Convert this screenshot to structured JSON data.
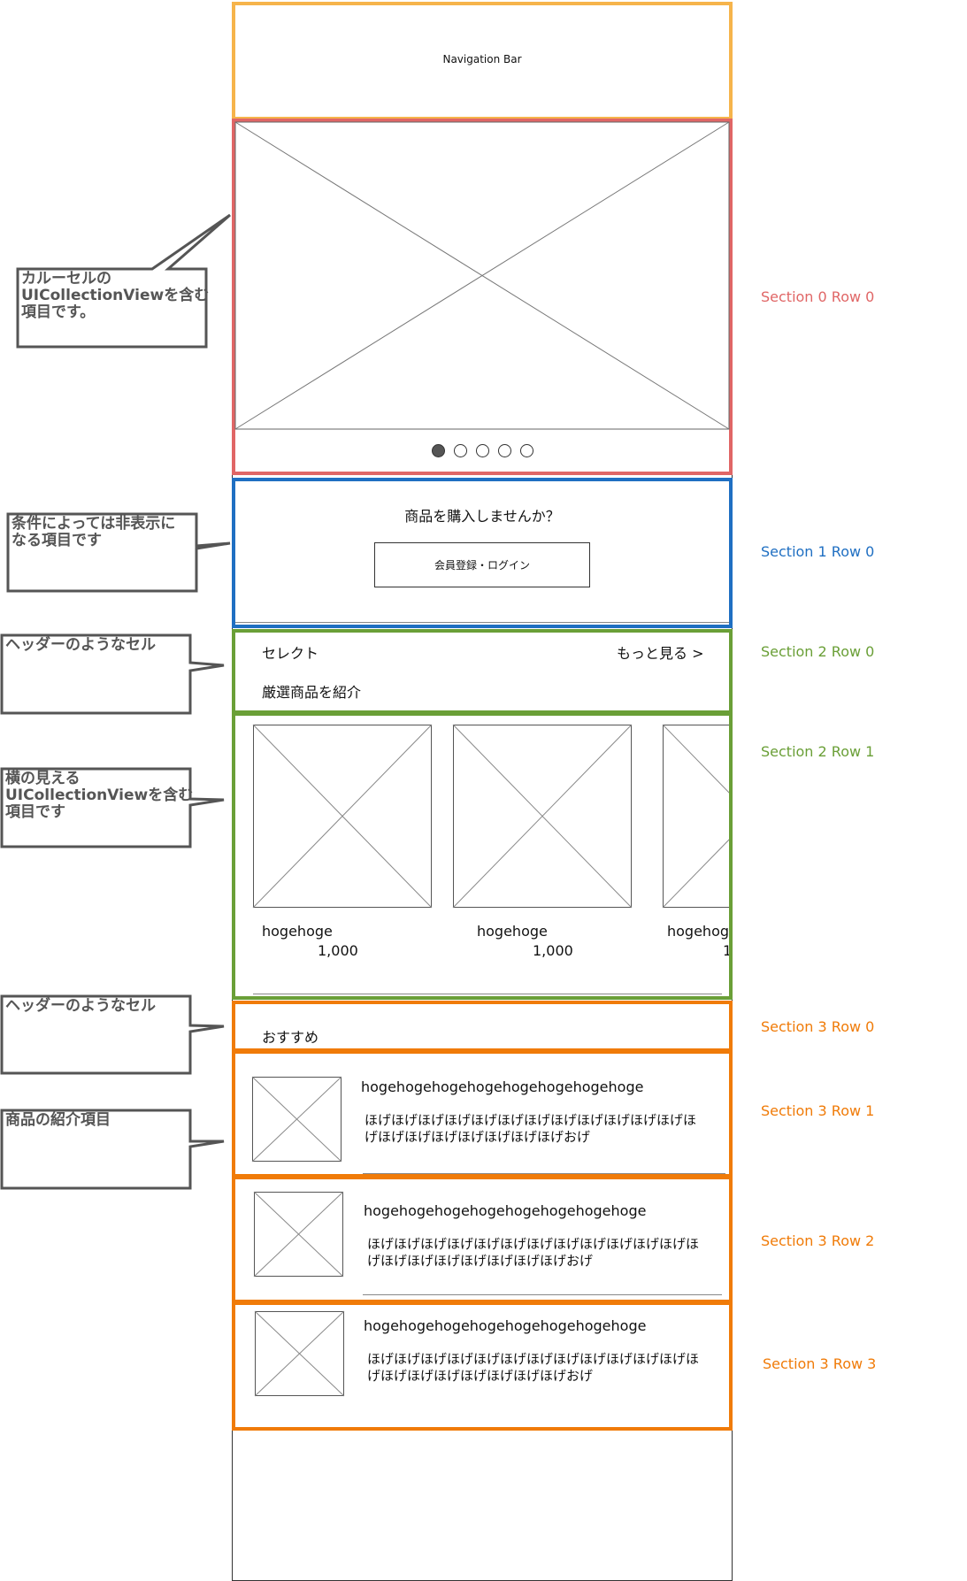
{
  "nav_bar": {
    "title": "Navigation Bar"
  },
  "carousel": {
    "dots": [
      true,
      false,
      false,
      false,
      false
    ]
  },
  "purchase_prompt": {
    "question": "商品を購入しませんか？",
    "button_label": "会員登録・ログイン"
  },
  "select_header": {
    "title": "セレクト",
    "more_link": "もっと見る >",
    "subtitle": "厳選商品を紹介"
  },
  "select_products": [
    {
      "name": "hogehoge",
      "price": "1,000"
    },
    {
      "name": "hogehoge",
      "price": "1,000"
    },
    {
      "name": "hogehog",
      "price": "1"
    }
  ],
  "recommend_header": {
    "title": "おすすめ"
  },
  "recommend_items": [
    {
      "title": "hogehogehogehogehogehogehogehoge",
      "desc_line1": "ほげほげほげほげほげほげほげほげほげほげほげほげほ",
      "desc_line2": "げほげほげほげほげほげほげほげおげ"
    },
    {
      "title": "hogehogehogehogehogehogehogehoge",
      "desc_line1": "ほげほげほげほげほげほげほげほげほげほげほげほげほ",
      "desc_line2": "げほげほげほげほげほげほげほげおげ"
    },
    {
      "title": "hogehogehogehogehogehogehogehoge",
      "desc_line1": "ほげほげほげほげほげほげほげほげほげほげほげほげほ",
      "desc_line2": "げほげほげほげほげほげほげほげおげ"
    }
  ],
  "section_labels": [
    {
      "text": "Section 0 Row 0",
      "color": "#e06666"
    },
    {
      "text": "Section 1 Row 0",
      "color": "#1f6fc2"
    },
    {
      "text": "Section 2 Row 0",
      "color": "#6a9f37"
    },
    {
      "text": "Section 2 Row 1",
      "color": "#6a9f37"
    },
    {
      "text": "Section 3 Row 0",
      "color": "#f07b08"
    },
    {
      "text": "Section 3 Row 1",
      "color": "#f07b08"
    },
    {
      "text": "Section 3 Row 2",
      "color": "#f07b08"
    },
    {
      "text": "Section 3 Row 3",
      "color": "#f07b08"
    }
  ],
  "callouts": [
    {
      "line1": "カルーセルの",
      "line2": "UICollectionViewを含む",
      "line3": "項目です。"
    },
    {
      "line1": "条件によっては非表示に",
      "line2": "なる項目です"
    },
    {
      "line1": "ヘッダーのようなセル"
    },
    {
      "line1": "横の見える",
      "line2": "UICollectionViewを含む",
      "line3": "項目です"
    },
    {
      "line1": "ヘッダーのようなセル"
    },
    {
      "line1": "商品の紹介項目"
    }
  ],
  "colors": {
    "nav": "#f6b44b",
    "section0": "#e06666",
    "section1": "#1f6fc2",
    "section2": "#6a9f37",
    "section3": "#f07b08",
    "callout_border": "#555555"
  }
}
